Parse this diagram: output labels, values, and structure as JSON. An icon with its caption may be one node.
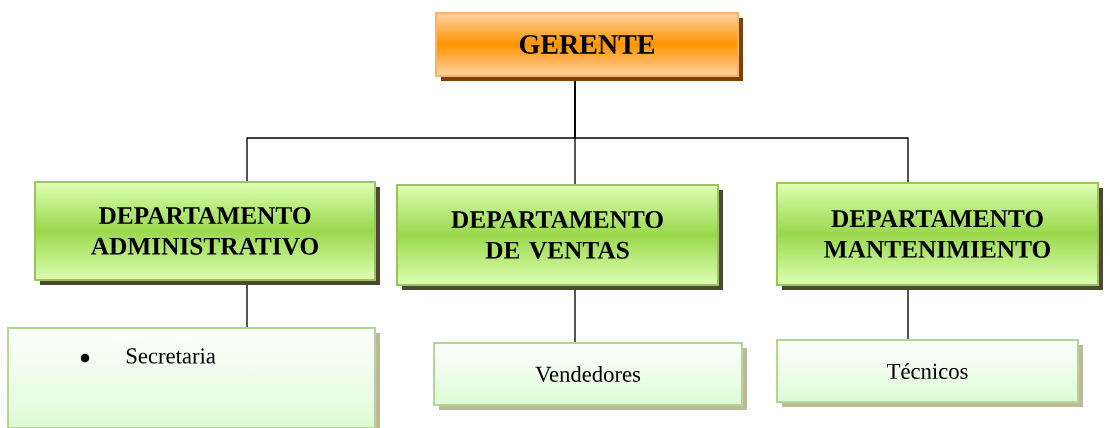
{
  "diagram": {
    "nodes": [
      {
        "text": [
          "GERENTE"
        ]
      },
      {
        "text": [
          "DEPARTAMENTO ADMINISTRATIVO"
        ]
      },
      {
        "text": [
          "DEPARTAMENTO DE VENTAS"
        ]
      },
      {
        "text": [
          "DEPARTAMENTO MANTENIMIENTO"
        ]
      },
      {
        "text": [
          "Secretaria"
        ]
      },
      {
        "text": [
          "Vendedores"
        ]
      },
      {
        "text": [
          "Técnicos"
        ]
      }
    ],
    "edges": [
      {
        "from": 0,
        "to": 1,
        "arrow": "none"
      },
      {
        "from": 0,
        "to": 2,
        "arrow": "none"
      },
      {
        "from": 0,
        "to": 3,
        "arrow": "none"
      },
      {
        "from": 1,
        "to": 4,
        "arrow": "none"
      },
      {
        "from": 2,
        "to": 5,
        "arrow": "none"
      },
      {
        "from": 3,
        "to": 6,
        "arrow": "none"
      }
    ]
  }
}
